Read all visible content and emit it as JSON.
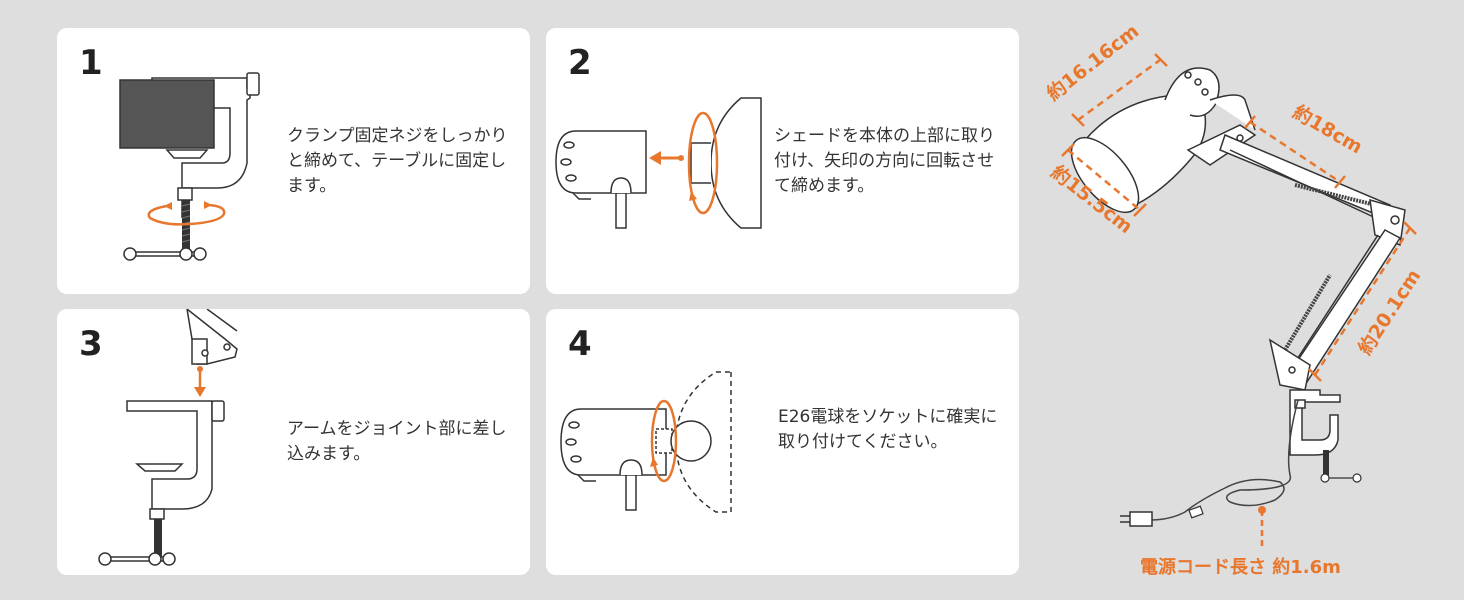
{
  "steps": [
    {
      "number": "1",
      "text": "クランプ固定ネジをしっかりと締めて、テーブルに固定します。"
    },
    {
      "number": "2",
      "text": "シェードを本体の上部に取り付け、矢印の方向に回転させて締めます。"
    },
    {
      "number": "3",
      "text": "アームをジョイント部に差し込みます。"
    },
    {
      "number": "4",
      "text": "E26電球をソケットに確実に取り付けてください。"
    }
  ],
  "dimensions": {
    "shade_height": "約16.16cm",
    "shade_diameter": "約15.5cm",
    "upper_arm": "約18cm",
    "lower_arm": "約20.1cm",
    "cord_length": "電源コード長さ 約1.6m"
  },
  "colors": {
    "accent": "#e8772e",
    "background": "#dedede",
    "card": "#ffffff",
    "text": "#333333"
  }
}
